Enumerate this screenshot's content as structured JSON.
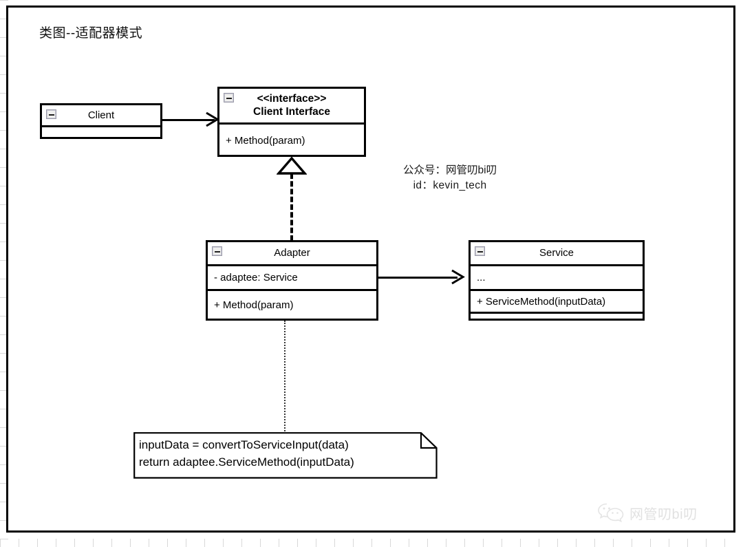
{
  "diagram": {
    "title": "类图--适配器模式",
    "type": "uml-class-diagram",
    "pattern": "Adapter Pattern"
  },
  "classes": [
    {
      "id": "client",
      "name": "Client",
      "stereotype": "",
      "compartments": [
        "Client",
        ""
      ],
      "collapse_icon": "collapse-minus-icon"
    },
    {
      "id": "client-interface",
      "name": "Client Interface",
      "stereotype": "<<interface>>",
      "methods": [
        "+ Method(param)"
      ],
      "collapse_icon": "collapse-minus-icon"
    },
    {
      "id": "adapter",
      "name": "Adapter",
      "attributes": [
        "- adaptee: Service"
      ],
      "methods": [
        "+ Method(param)"
      ],
      "collapse_icon": "collapse-minus-icon"
    },
    {
      "id": "service",
      "name": "Service",
      "attributes": [
        "..."
      ],
      "methods": [
        "+ ServiceMethod(inputData)"
      ],
      "collapse_icon": "collapse-minus-icon"
    }
  ],
  "note": {
    "lines": [
      "inputData = convertToServiceInput(data)",
      "return adaptee.ServiceMethod(inputData)"
    ]
  },
  "relations": [
    {
      "from": "Client",
      "to": "Client Interface",
      "kind": "association-arrow"
    },
    {
      "from": "Adapter",
      "to": "Client Interface",
      "kind": "realization-dashed-triangle"
    },
    {
      "from": "Adapter",
      "to": "Service",
      "kind": "association-arrow"
    },
    {
      "from": "Adapter",
      "to": "note",
      "kind": "note-anchor-dotted"
    }
  ],
  "watermark": {
    "line1": "公众号：网管叨bi叨",
    "line2": "id：kevin_tech",
    "logo_label": "网管叨bi叨",
    "logo_icon": "wechat-icon"
  }
}
